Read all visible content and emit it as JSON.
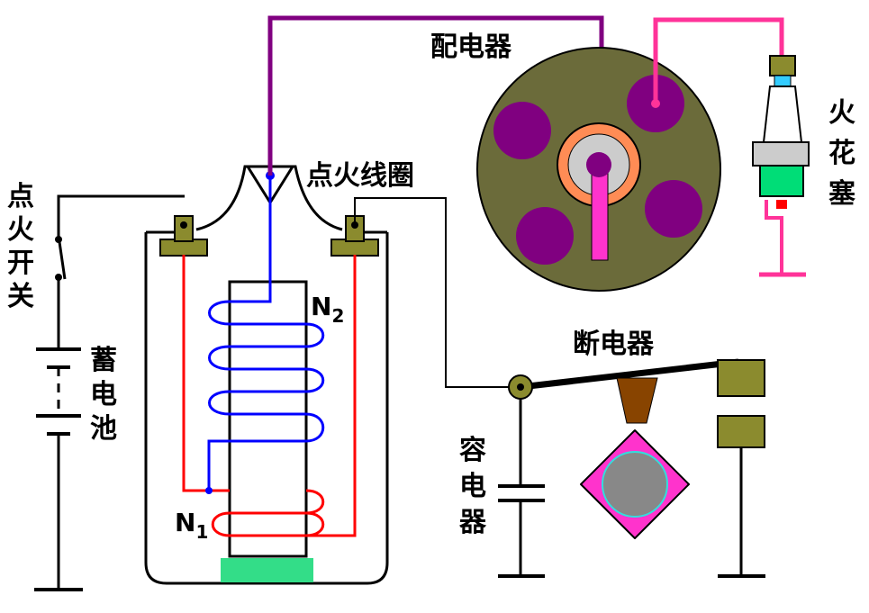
{
  "labels": {
    "distributor": "配电器",
    "spark_plug": [
      "火",
      "花",
      "塞"
    ],
    "ignition_coil": "点火线圈",
    "ignition_switch": [
      "点",
      "火",
      "开",
      "关"
    ],
    "battery": [
      "蓄",
      "电",
      "池"
    ],
    "breaker": "断电器",
    "capacitor": [
      "容",
      "电",
      "器"
    ],
    "n2": {
      "base": "N",
      "sub": "2"
    },
    "n1": {
      "base": "N",
      "sub": "1"
    }
  },
  "colors": {
    "primary_wire": "#ff0000",
    "secondary_wire": "#0000ff",
    "hv_lead": "#800080",
    "spark_lead": "#ff3399",
    "distributor_body": "#6b6b3a",
    "terminal": "#8b8b2e",
    "cam": "#ff33cc",
    "contact": "#884400",
    "core_base": "#33dd88",
    "plug_body": "#00dd77"
  }
}
